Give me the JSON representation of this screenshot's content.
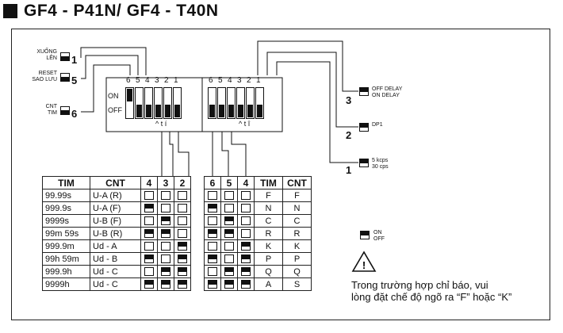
{
  "title": "GF4 - P41N/ GF4 - T40N",
  "left_selectors": [
    {
      "num": "1",
      "top": "XUỐNG",
      "bottom": "LÊN"
    },
    {
      "num": "5",
      "top": "RESET",
      "bottom": "SAO LƯU"
    },
    {
      "num": "6",
      "top": "CNT",
      "bottom": "TIM"
    }
  ],
  "dip_left": {
    "numbers": [
      "6",
      "5",
      "4",
      "3",
      "2",
      "1"
    ],
    "on": "ON",
    "off": "OFF",
    "caption": "^ t í"
  },
  "dip_right": {
    "numbers": [
      "6",
      "5",
      "4",
      "3",
      "2",
      "1"
    ],
    "caption": "^ t î"
  },
  "right_selectors": [
    {
      "num": "3",
      "top": "OFF DELAY",
      "bottom": "ON DELAY"
    },
    {
      "num": "2",
      "top": "DP1",
      "bottom": ""
    },
    {
      "num": "1",
      "top": "5 kcps",
      "bottom": "30 cps"
    }
  ],
  "legend": {
    "top": "ON",
    "bottom": "OFF"
  },
  "left_table": {
    "headers": [
      "TIM",
      "CNT",
      "4",
      "3",
      "2"
    ],
    "rows": [
      {
        "tim": "99.99s",
        "cnt": "U-A  (R)",
        "sw": [
          0,
          0,
          0
        ]
      },
      {
        "tim": "999.9s",
        "cnt": "U-A  (F)",
        "sw": [
          1,
          0,
          0
        ]
      },
      {
        "tim": "9999s",
        "cnt": "U-B  (F)",
        "sw": [
          0,
          1,
          0
        ]
      },
      {
        "tim": "99m 59s",
        "cnt": "U-B  (R)",
        "sw": [
          1,
          1,
          0
        ]
      },
      {
        "tim": "999.9m",
        "cnt": "Ud  - A",
        "sw": [
          0,
          0,
          1
        ]
      },
      {
        "tim": "99h 59m",
        "cnt": "Ud  - B",
        "sw": [
          1,
          0,
          1
        ]
      },
      {
        "tim": "999.9h",
        "cnt": "Ud  - C",
        "sw": [
          0,
          1,
          1
        ]
      },
      {
        "tim": "9999h",
        "cnt": "Ud  - C",
        "sw": [
          1,
          1,
          1
        ]
      }
    ]
  },
  "right_table": {
    "headers": [
      "6",
      "5",
      "4",
      "TIM",
      "CNT"
    ],
    "rows": [
      {
        "sw": [
          0,
          0,
          0
        ],
        "tim": "F",
        "cnt": "F"
      },
      {
        "sw": [
          1,
          0,
          0
        ],
        "tim": "N",
        "cnt": "N"
      },
      {
        "sw": [
          0,
          1,
          0
        ],
        "tim": "C",
        "cnt": "C"
      },
      {
        "sw": [
          1,
          1,
          0
        ],
        "tim": "R",
        "cnt": "R"
      },
      {
        "sw": [
          0,
          0,
          1
        ],
        "tim": "K",
        "cnt": "K"
      },
      {
        "sw": [
          1,
          0,
          1
        ],
        "tim": "P",
        "cnt": "P"
      },
      {
        "sw": [
          0,
          1,
          1
        ],
        "tim": "Q",
        "cnt": "Q"
      },
      {
        "sw": [
          1,
          1,
          1
        ],
        "tim": "A",
        "cnt": "S"
      }
    ]
  },
  "note": {
    "line1": "Trong trường hợp chỉ báo, vui",
    "line2": "lòng đặt chế độ ngõ ra “F” hoặc “K”"
  }
}
